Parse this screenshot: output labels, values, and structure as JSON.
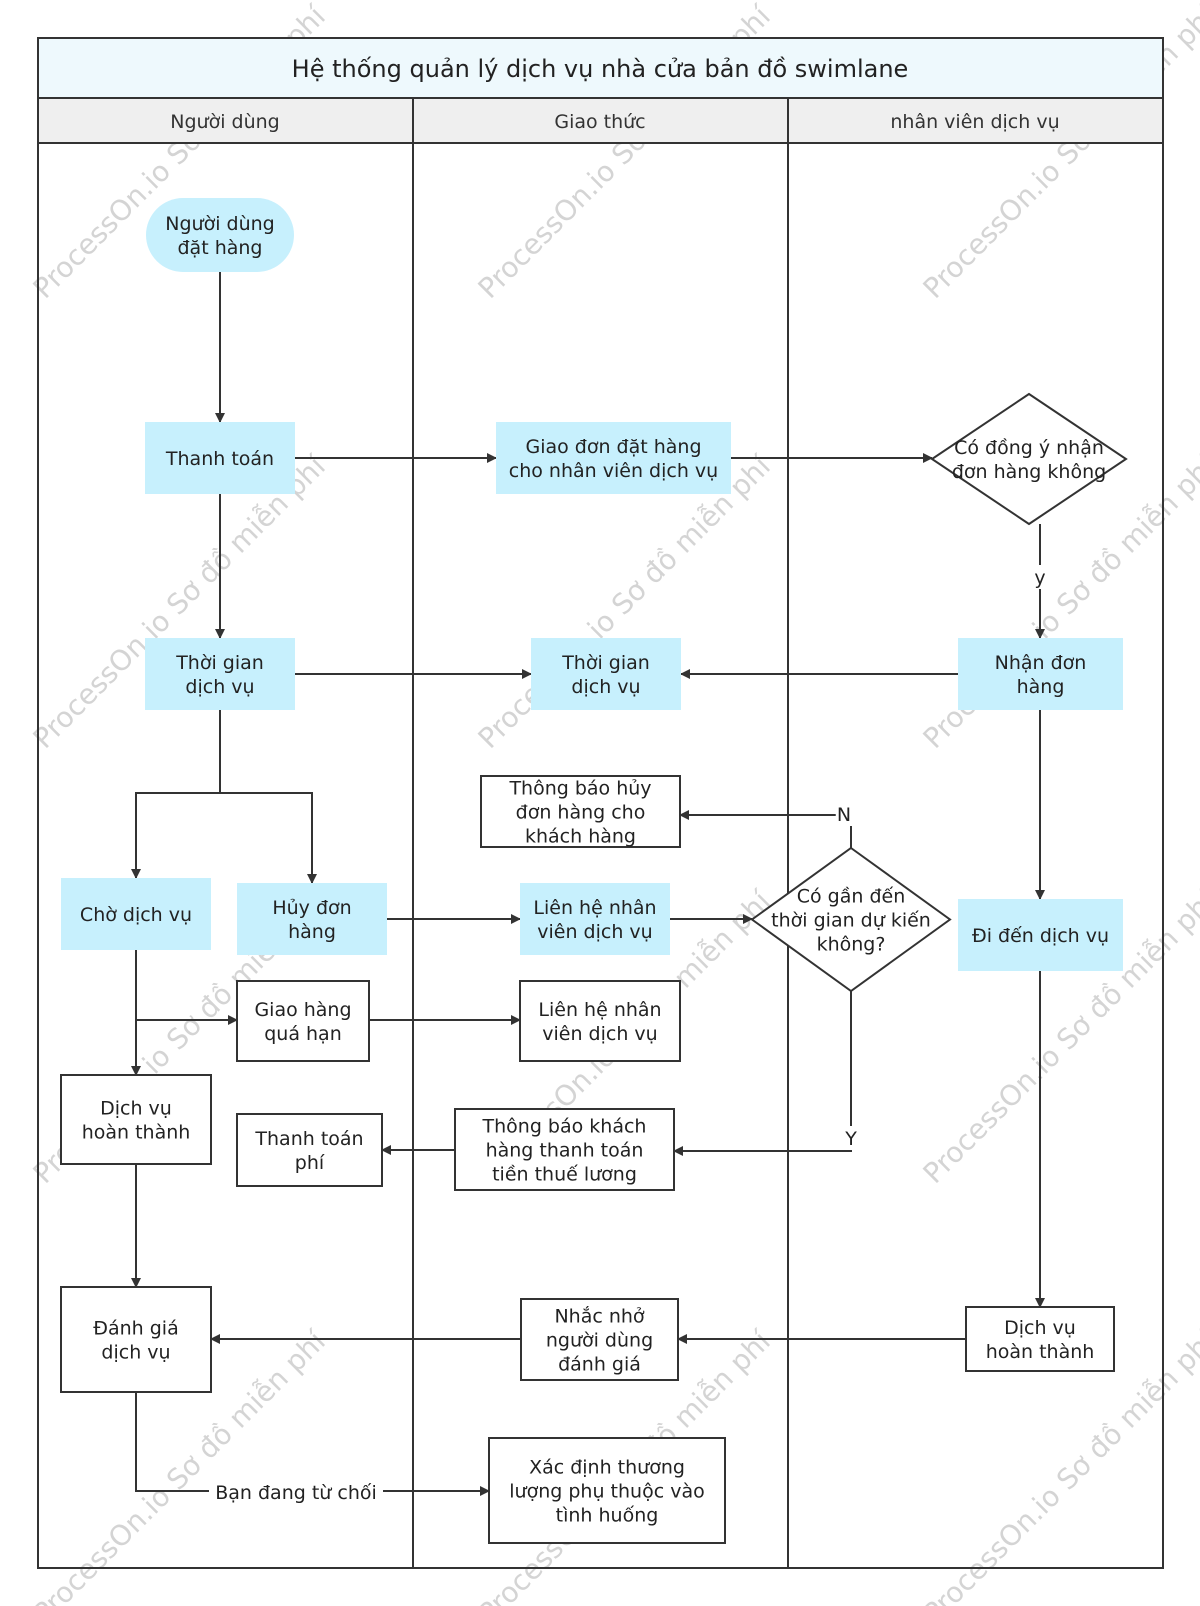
{
  "title": "Hệ thống quản lý dịch vụ nhà cửa bản đồ swimlane",
  "lanes": [
    "Người dùng",
    "Giao thức",
    "nhân viên dịch vụ"
  ],
  "watermark": [
    "ProcessOn.io Sơ đồ miễn phí"
  ],
  "nodes": [
    {
      "id": "dat-hang",
      "shape": "terminal",
      "fill": "#c7f0fd",
      "lines": [
        "Người dùng",
        "đặt hàng"
      ]
    },
    {
      "id": "thanh-toan",
      "shape": "filled",
      "fill": "#c7f0fd",
      "lines": [
        "Thanh toán"
      ]
    },
    {
      "id": "giao-don",
      "shape": "filled",
      "fill": "#c7f0fd",
      "lines": [
        "Giao đơn đặt hàng",
        "cho nhân viên dịch vụ"
      ]
    },
    {
      "id": "co-dong-y",
      "shape": "diamond",
      "lines": [
        "Có đồng ý nhận",
        "đơn hàng không"
      ]
    },
    {
      "id": "thoi-gian-1",
      "shape": "filled",
      "fill": "#c7f0fd",
      "lines": [
        "Thời gian",
        "dịch vụ"
      ]
    },
    {
      "id": "thoi-gian-2",
      "shape": "filled",
      "fill": "#c7f0fd",
      "lines": [
        "Thời gian",
        "dịch vụ"
      ]
    },
    {
      "id": "nhan-don",
      "shape": "filled",
      "fill": "#c7f0fd",
      "lines": [
        "Nhận đơn",
        "hàng"
      ]
    },
    {
      "id": "thong-bao-huy",
      "shape": "rect",
      "lines": [
        "Thông báo hủy",
        "đơn hàng cho",
        "khách hàng"
      ]
    },
    {
      "id": "cho-dich-vu",
      "shape": "filled",
      "fill": "#c7f0fd",
      "lines": [
        "Chờ dịch vụ"
      ]
    },
    {
      "id": "huy-don",
      "shape": "filled",
      "fill": "#c7f0fd",
      "lines": [
        "Hủy đơn",
        "hàng"
      ]
    },
    {
      "id": "lien-he-1",
      "shape": "filled",
      "fill": "#c7f0fd",
      "lines": [
        "Liên hệ nhân",
        "viên dịch vụ"
      ]
    },
    {
      "id": "co-gan-den",
      "shape": "diamond",
      "lines": [
        "Có gần đến",
        "thời gian dự kiến",
        "không?"
      ]
    },
    {
      "id": "di-den",
      "shape": "filled",
      "fill": "#c7f0fd",
      "lines": [
        "Đi đến dịch vụ"
      ]
    },
    {
      "id": "giao-hang-qua-han",
      "shape": "rect",
      "lines": [
        "Giao hàng",
        "quá hạn"
      ]
    },
    {
      "id": "lien-he-2",
      "shape": "rect",
      "lines": [
        "Liên hệ nhân",
        "viên dịch vụ"
      ]
    },
    {
      "id": "dv-hoan-thanh-1",
      "shape": "rect",
      "lines": [
        "Dịch vụ",
        "hoàn thành"
      ]
    },
    {
      "id": "thanh-toan-phi",
      "shape": "rect",
      "lines": [
        "Thanh toán",
        "phí"
      ]
    },
    {
      "id": "thong-bao-kh",
      "shape": "rect",
      "lines": [
        "Thông báo khách",
        "hàng thanh toán",
        "tiền thuế lương"
      ]
    },
    {
      "id": "danh-gia",
      "shape": "rect",
      "lines": [
        "Đánh giá",
        "dịch vụ"
      ]
    },
    {
      "id": "nhac-nho",
      "shape": "rect",
      "lines": [
        "Nhắc nhở",
        "người dùng",
        "đánh giá"
      ]
    },
    {
      "id": "dv-hoan-thanh-2",
      "shape": "rect",
      "lines": [
        "Dịch vụ",
        "hoàn thành"
      ]
    },
    {
      "id": "xac-dinh",
      "shape": "rect",
      "lines": [
        "Xác định thương",
        "lượng phụ thuộc vào",
        "tình huống"
      ]
    }
  ],
  "edges": [
    {
      "from": "dat-hang",
      "to": "thanh-toan",
      "label": ""
    },
    {
      "from": "thanh-toan",
      "to": "giao-don",
      "label": ""
    },
    {
      "from": "giao-don",
      "to": "co-dong-y",
      "label": ""
    },
    {
      "from": "co-dong-y",
      "to": "nhan-don",
      "label": "y"
    },
    {
      "from": "thanh-toan",
      "to": "thoi-gian-1",
      "label": ""
    },
    {
      "from": "thoi-gian-1",
      "to": "thoi-gian-2",
      "label": ""
    },
    {
      "from": "nhan-don",
      "to": "thoi-gian-2",
      "label": ""
    },
    {
      "from": "thoi-gian-1",
      "to": "cho-dich-vu",
      "label": ""
    },
    {
      "from": "thoi-gian-1",
      "to": "huy-don",
      "label": ""
    },
    {
      "from": "huy-don",
      "to": "lien-he-1",
      "label": ""
    },
    {
      "from": "lien-he-1",
      "to": "co-gan-den",
      "label": ""
    },
    {
      "from": "co-gan-den",
      "to": "thong-bao-huy",
      "label": "N"
    },
    {
      "from": "co-gan-den",
      "to": "thong-bao-kh",
      "label": "Y"
    },
    {
      "from": "thong-bao-kh",
      "to": "thanh-toan-phi",
      "label": ""
    },
    {
      "from": "nhan-don",
      "to": "di-den",
      "label": ""
    },
    {
      "from": "di-den",
      "to": "dv-hoan-thanh-2",
      "label": ""
    },
    {
      "from": "dv-hoan-thanh-2",
      "to": "nhac-nho",
      "label": ""
    },
    {
      "from": "nhac-nho",
      "to": "danh-gia",
      "label": ""
    },
    {
      "from": "cho-dich-vu",
      "to": "giao-hang-qua-han",
      "label": ""
    },
    {
      "from": "giao-hang-qua-han",
      "to": "lien-he-2",
      "label": ""
    },
    {
      "from": "cho-dich-vu",
      "to": "dv-hoan-thanh-1",
      "label": ""
    },
    {
      "from": "dv-hoan-thanh-1",
      "to": "danh-gia",
      "label": ""
    },
    {
      "from": "danh-gia",
      "to": "xac-dinh",
      "label": "Bạn đang từ chối"
    }
  ],
  "colors": {
    "lane_header": "#efefef",
    "title_bar": "#eef9fd",
    "node_fill": "#c7f0fd",
    "stroke": "#333333",
    "watermark": "#d4d4d4"
  }
}
